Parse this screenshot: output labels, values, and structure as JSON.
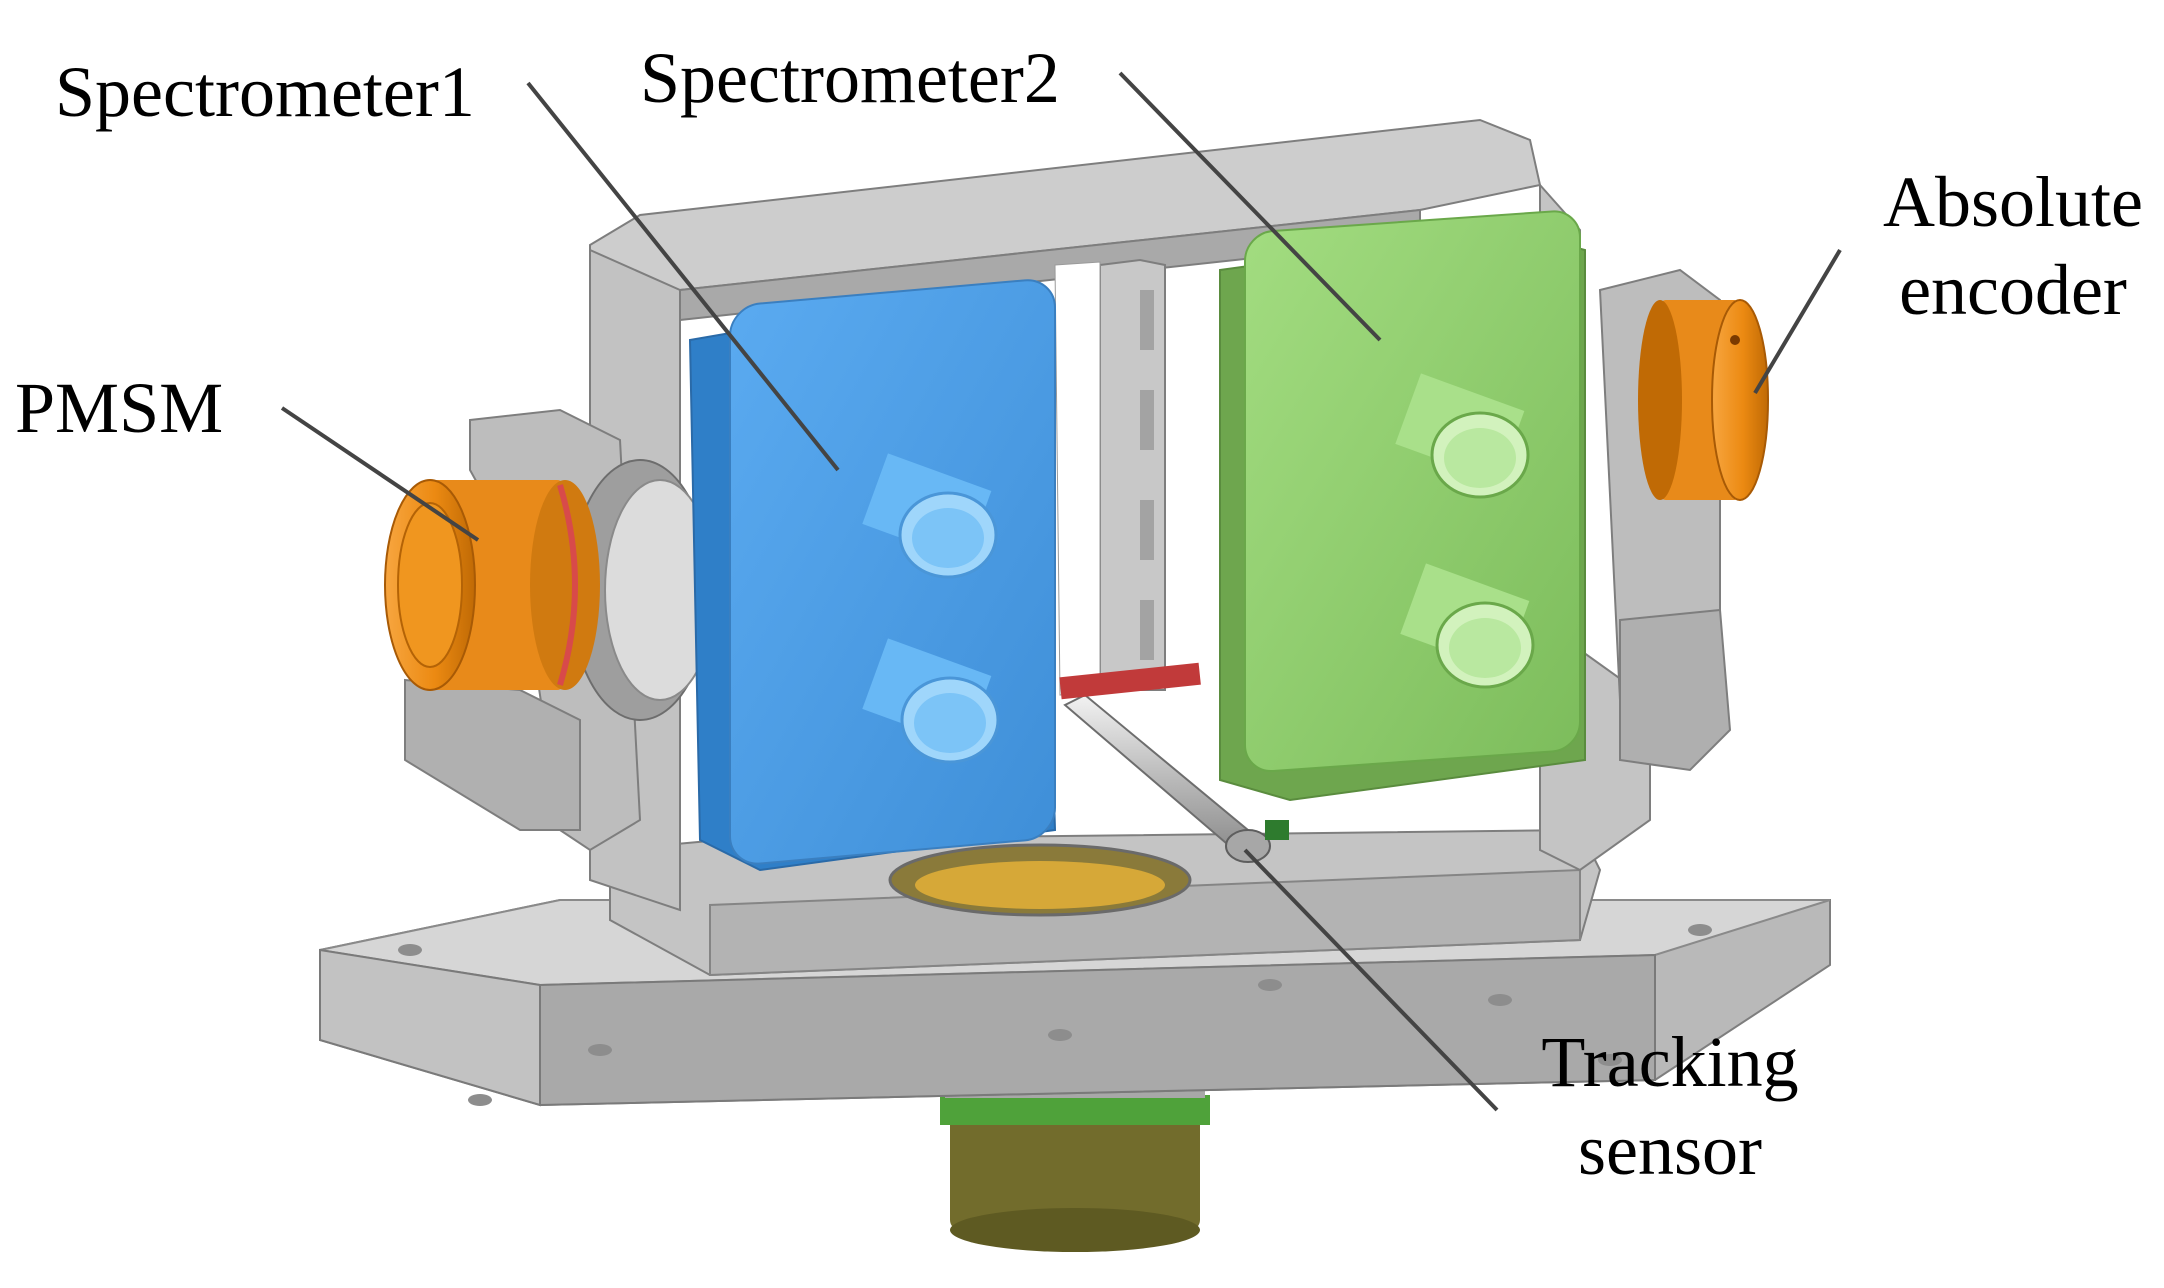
{
  "labels": {
    "spectrometer1": "Spectrometer1",
    "spectrometer2": "Spectrometer2",
    "pmsm": "PMSM",
    "absolute_encoder_line1": "Absolute",
    "absolute_encoder_line2": "encoder",
    "tracking_sensor_line1": "Tracking",
    "tracking_sensor_line2": "sensor"
  },
  "colors": {
    "frame": "#c8c8c8",
    "frame_dark": "#9a9a9a",
    "spectrometer1": "#4a9be0",
    "spectrometer2": "#8ccb6a",
    "motor": "#f28f1e",
    "bottom_motor": "#6f6a2a",
    "leader": "#444444"
  }
}
